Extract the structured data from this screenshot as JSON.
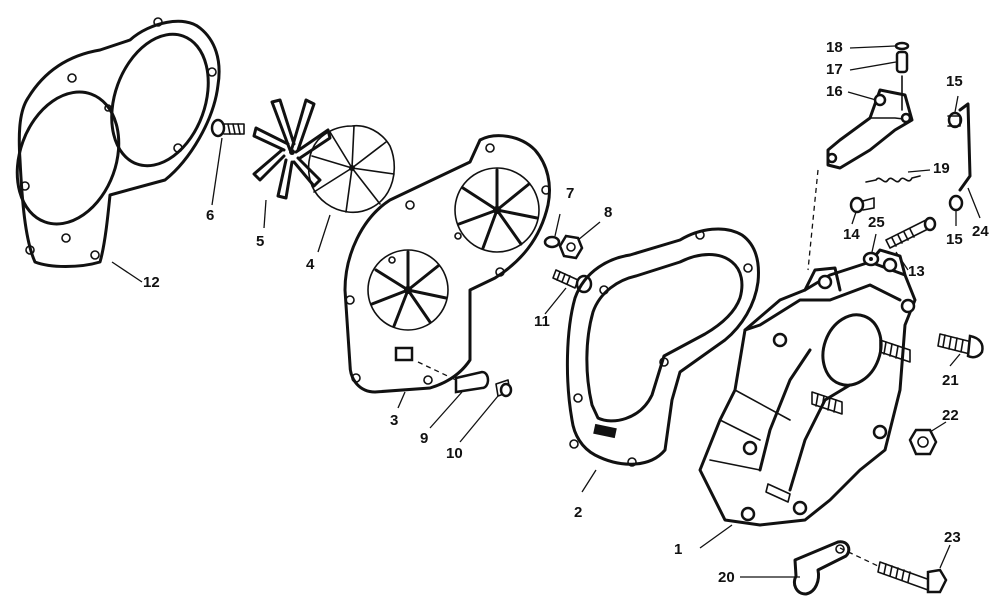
{
  "parts": [
    {
      "id": "1",
      "label": "1",
      "icon": "intake-manifold-housing-icon"
    },
    {
      "id": "2",
      "label": "2",
      "icon": "manifold-gasket-icon"
    },
    {
      "id": "3",
      "label": "3",
      "icon": "leaf-plate-icon"
    },
    {
      "id": "4",
      "label": "4",
      "icon": "reed-petal-icon"
    },
    {
      "id": "5",
      "label": "5",
      "icon": "reed-stop-icon"
    },
    {
      "id": "6",
      "label": "6",
      "icon": "screw-icon"
    },
    {
      "id": "7",
      "label": "7",
      "icon": "lockwasher-icon"
    },
    {
      "id": "8",
      "label": "8",
      "icon": "hex-nut-icon"
    },
    {
      "id": "9",
      "label": "9",
      "icon": "dowel-pin-icon"
    },
    {
      "id": "10",
      "label": "10",
      "icon": "screw-icon"
    },
    {
      "id": "11",
      "label": "11",
      "icon": "screw-icon"
    },
    {
      "id": "12",
      "label": "12",
      "icon": "crankcase-gasket-icon"
    },
    {
      "id": "13",
      "label": "13",
      "icon": "stud-icon"
    },
    {
      "id": "14",
      "label": "14",
      "icon": "bushing-icon"
    },
    {
      "id": "15a",
      "label": "15",
      "icon": "bushing-icon"
    },
    {
      "id": "15b",
      "label": "15",
      "icon": "bushing-icon"
    },
    {
      "id": "16",
      "label": "16",
      "icon": "lever-bracket-icon"
    },
    {
      "id": "17",
      "label": "17",
      "icon": "shaft-bushing-icon"
    },
    {
      "id": "18",
      "label": "18",
      "icon": "retaining-ring-icon"
    },
    {
      "id": "19",
      "label": "19",
      "icon": "spring-icon"
    },
    {
      "id": "20",
      "label": "20",
      "icon": "clamp-icon"
    },
    {
      "id": "21",
      "label": "21",
      "icon": "screw-icon"
    },
    {
      "id": "22",
      "label": "22",
      "icon": "hex-nut-icon"
    },
    {
      "id": "23",
      "label": "23",
      "icon": "hex-bolt-icon"
    },
    {
      "id": "24",
      "label": "24",
      "icon": "link-rod-icon"
    },
    {
      "id": "25",
      "label": "25",
      "icon": "washer-icon"
    }
  ]
}
